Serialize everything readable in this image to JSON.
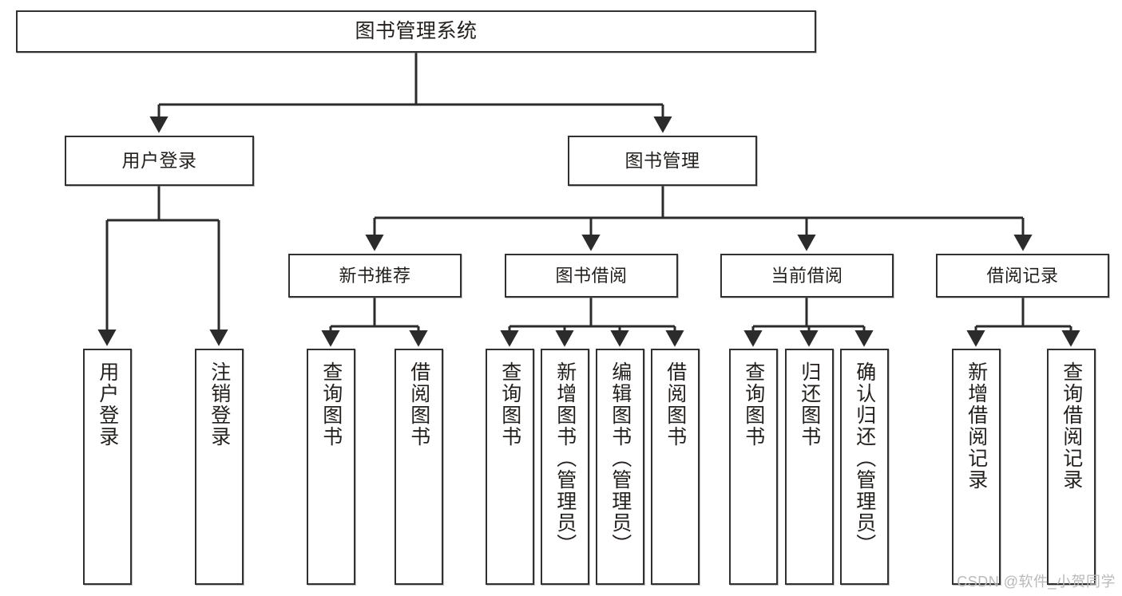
{
  "diagram": {
    "type": "tree-hierarchy",
    "title": "图书管理系统",
    "root": {
      "label": "图书管理系统"
    },
    "level2": [
      {
        "label": "用户登录"
      },
      {
        "label": "图书管理"
      }
    ],
    "level3": [
      {
        "label": "新书推荐"
      },
      {
        "label": "图书借阅"
      },
      {
        "label": "当前借阅"
      },
      {
        "label": "借阅记录"
      }
    ],
    "leaves": {
      "user_login": [
        {
          "label": "用户登录"
        },
        {
          "label": "注销登录"
        }
      ],
      "new_book_recommend": [
        {
          "label": "查询图书"
        },
        {
          "label": "借阅图书"
        }
      ],
      "book_borrow": [
        {
          "label": "查询图书"
        },
        {
          "label": "新增图书（管理员）"
        },
        {
          "label": "编辑图书（管理员）"
        },
        {
          "label": "借阅图书"
        }
      ],
      "current_borrow": [
        {
          "label": "查询图书"
        },
        {
          "label": "归还图书"
        },
        {
          "label": "确认归还（管理员）"
        }
      ],
      "borrow_record": [
        {
          "label": "新增借阅记录"
        },
        {
          "label": "查询借阅记录"
        }
      ]
    }
  },
  "watermark": {
    "text": "CSDN @软件_小贺同学"
  },
  "colors": {
    "box_border": "#33312f",
    "box_fill": "#ffffff",
    "line": "#2b2b2b",
    "text": "#231f1d",
    "watermark": "#b9b9b9"
  }
}
